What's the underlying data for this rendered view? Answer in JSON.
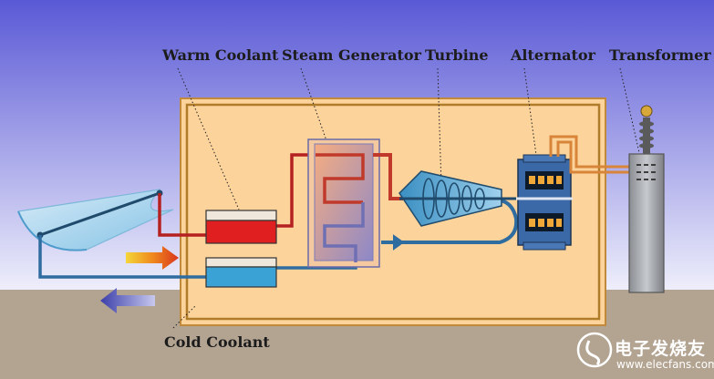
{
  "labels": {
    "warm_coolant": "Warm Coolant",
    "steam_generator": "Steam Generator",
    "turbine": "Turbine",
    "alternator": "Alternator",
    "transformer": "Transformer",
    "cold_coolant": "Cold Coolant"
  },
  "watermark": {
    "brand": "电子发烧友",
    "url": "www.elecfans.com"
  },
  "colors": {
    "sky_top": "#5a59d6",
    "sky_bottom": "#eeeefb",
    "ground": "#b3a391",
    "enclosure": "#fcd39b",
    "enclosure_border": "#b07c2a",
    "warm_pipe": "#b52020",
    "cold_pipe": "#2f6c9f",
    "warm_tank": "#e02020",
    "cold_tank": "#3aa2d4"
  }
}
